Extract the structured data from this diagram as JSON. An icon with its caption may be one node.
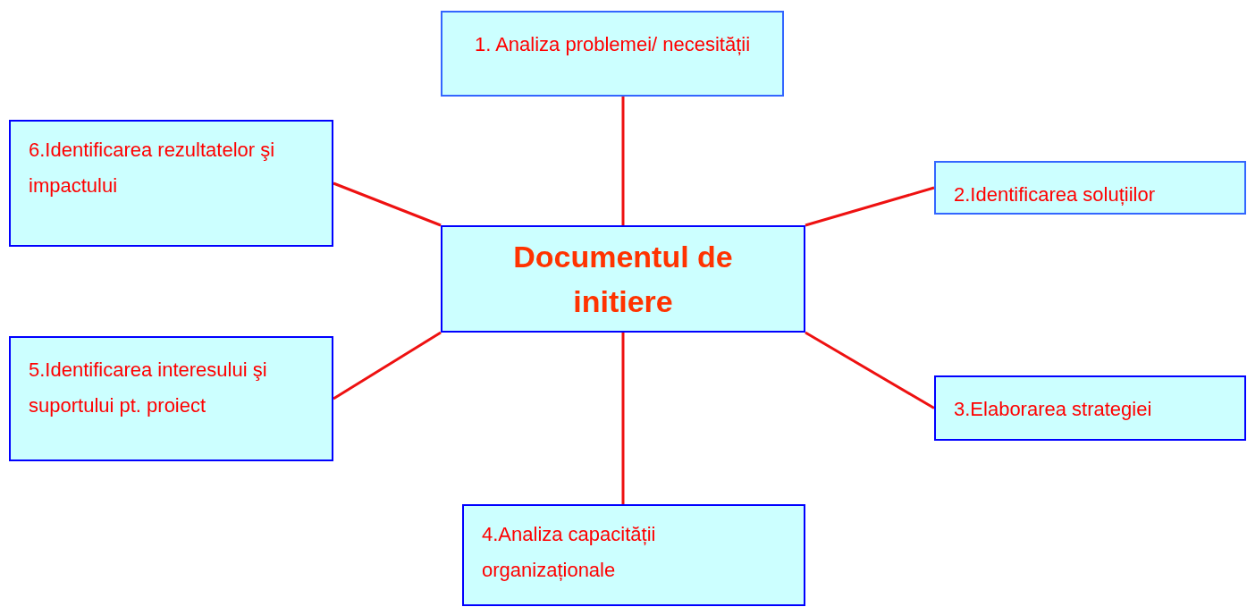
{
  "diagram": {
    "nodes": [
      {
        "text": [
          "1. Analiza problemei/ necesității"
        ]
      },
      {
        "text": [
          "6.Identificarea rezultatelor şi impactului"
        ]
      },
      {
        "text": [
          "2.Identificarea soluțiilor"
        ]
      },
      {
        "text": [
          "Documentul de initiere"
        ]
      },
      {
        "text": [
          "5.Identificarea interesului şi suportului pt. proiect"
        ]
      },
      {
        "text": [
          "3.Elaborarea strategiei"
        ]
      },
      {
        "text": [
          "4.Analiza capacității organizaționale"
        ]
      }
    ],
    "edges": [
      {
        "from": 3,
        "to": 0,
        "arrow": "none"
      },
      {
        "from": 3,
        "to": 1,
        "arrow": "none"
      },
      {
        "from": 3,
        "to": 2,
        "arrow": "none"
      },
      {
        "from": 3,
        "to": 4,
        "arrow": "none"
      },
      {
        "from": 3,
        "to": 5,
        "arrow": "none"
      },
      {
        "from": 3,
        "to": 6,
        "arrow": "none"
      }
    ]
  }
}
